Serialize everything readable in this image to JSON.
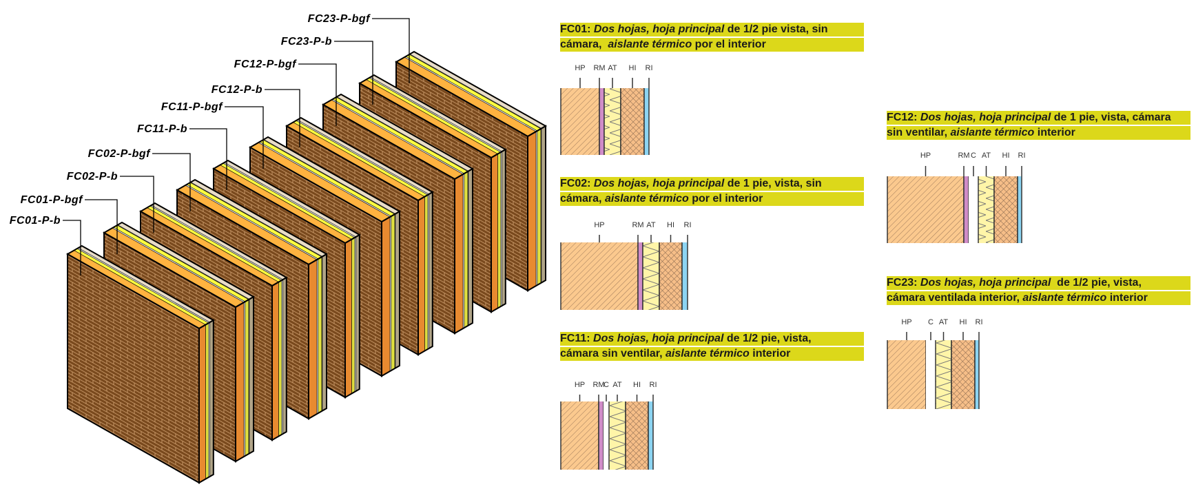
{
  "walls": [
    {
      "label": "FC01-P-b"
    },
    {
      "label": "FC01-P-bgf"
    },
    {
      "label": "FC02-P-b"
    },
    {
      "label": "FC02-P-bgf"
    },
    {
      "label": "FC11-P-b"
    },
    {
      "label": "FC11-P-bgf"
    },
    {
      "label": "FC12-P-b"
    },
    {
      "label": "FC12-P-bgf"
    },
    {
      "label": "FC23-P-b"
    },
    {
      "label": "FC23-P-bgf"
    }
  ],
  "diagrams": [
    {
      "id": "FC01",
      "line1": [
        {
          "t": "FC01: ",
          "i": false
        },
        {
          "t": "Dos hojas, hoja principal",
          "i": true
        },
        {
          "t": " de 1/2 pie vista, sin",
          "i": false
        }
      ],
      "line2": [
        {
          "t": "cámara,  ",
          "i": false
        },
        {
          "t": "aislante térmico",
          "i": true
        },
        {
          "t": " por el interior",
          "i": false
        }
      ],
      "layers": [
        "HP",
        "RM",
        "AT",
        "HI",
        "RI"
      ]
    },
    {
      "id": "FC02",
      "line1": [
        {
          "t": "FC02: ",
          "i": false
        },
        {
          "t": "Dos hojas, hoja principal",
          "i": true
        },
        {
          "t": " de 1 pie, vista, sin",
          "i": false
        }
      ],
      "line2": [
        {
          "t": "cámara, ",
          "i": false
        },
        {
          "t": "aislante térmico",
          "i": true
        },
        {
          "t": " por el interior",
          "i": false
        }
      ],
      "layers": [
        "HP",
        "RM",
        "AT",
        "HI",
        "RI"
      ]
    },
    {
      "id": "FC11",
      "line1": [
        {
          "t": "FC11: ",
          "i": false
        },
        {
          "t": "Dos hojas, hoja principal",
          "i": true
        },
        {
          "t": " de 1/2 pie, vista,",
          "i": false
        }
      ],
      "line2": [
        {
          "t": "cámara sin ventilar, ",
          "i": false
        },
        {
          "t": "aislante térmico",
          "i": true
        },
        {
          "t": " interior",
          "i": false
        }
      ],
      "layers": [
        "HP",
        "RM",
        "C",
        "AT",
        "HI",
        "RI"
      ]
    },
    {
      "id": "FC12",
      "line1": [
        {
          "t": "FC12: ",
          "i": false
        },
        {
          "t": "Dos hojas, hoja principal",
          "i": true
        },
        {
          "t": " de 1 pie, vista, cámara",
          "i": false
        }
      ],
      "line2": [
        {
          "t": "sin ventilar, ",
          "i": false
        },
        {
          "t": "aislante térmico",
          "i": true
        },
        {
          "t": " interior",
          "i": false
        }
      ],
      "layers": [
        "HP",
        "RM",
        "C",
        "AT",
        "HI",
        "RI"
      ]
    },
    {
      "id": "FC23",
      "line1": [
        {
          "t": "FC23: ",
          "i": false
        },
        {
          "t": "Dos hojas, hoja principal",
          "i": true
        },
        {
          "t": "  de 1/2 pie, vista,",
          "i": false
        }
      ],
      "line2": [
        {
          "t": "cámara ventilada interior, ",
          "i": false
        },
        {
          "t": "aislante térmico",
          "i": true
        },
        {
          "t": " interior",
          "i": false
        }
      ],
      "layers": [
        "HP",
        "C",
        "AT",
        "HI",
        "RI"
      ]
    }
  ],
  "colors": {
    "brick": "#7A4A1E",
    "mortar": "#C89868",
    "brick_top": "#FFB340",
    "brick_side": "#E88A30",
    "insulation_top": "#FFFF40",
    "insulation_side": "#E0E040",
    "gypsum_top": "#E8DCC8",
    "gypsum_side": "#B0A488",
    "title_band": "#DCD81A",
    "hp": "#FBC98E",
    "rm": "#D08CC8",
    "at": "#FFF5A8",
    "hi": "#F6BE88",
    "ri": "#8CD4F2"
  }
}
